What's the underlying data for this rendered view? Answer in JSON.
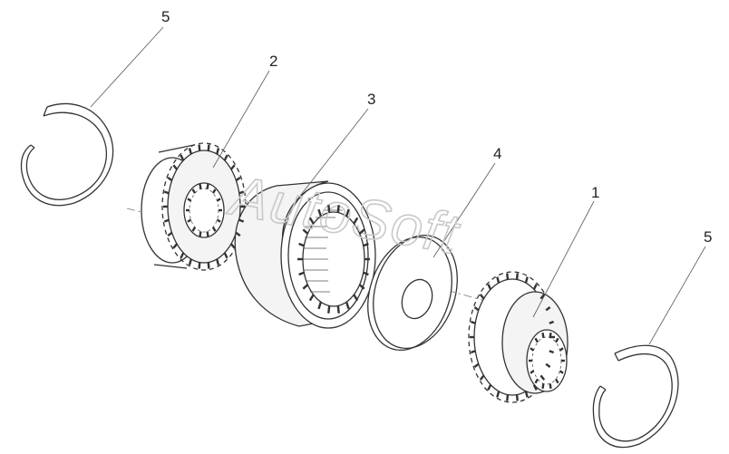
{
  "diagram": {
    "callouts": [
      "5",
      "2",
      "3",
      "4",
      "1",
      "5"
    ],
    "watermark": "AutoSoft"
  },
  "parts": [
    {
      "id": "1",
      "icon": "splined-hub-icon"
    },
    {
      "id": "2",
      "icon": "spur-gear-icon"
    },
    {
      "id": "3",
      "icon": "needle-bearing-sleeve-icon"
    },
    {
      "id": "4",
      "icon": "thrust-washer-icon"
    },
    {
      "id": "5",
      "icon": "retaining-ring-icon"
    }
  ]
}
